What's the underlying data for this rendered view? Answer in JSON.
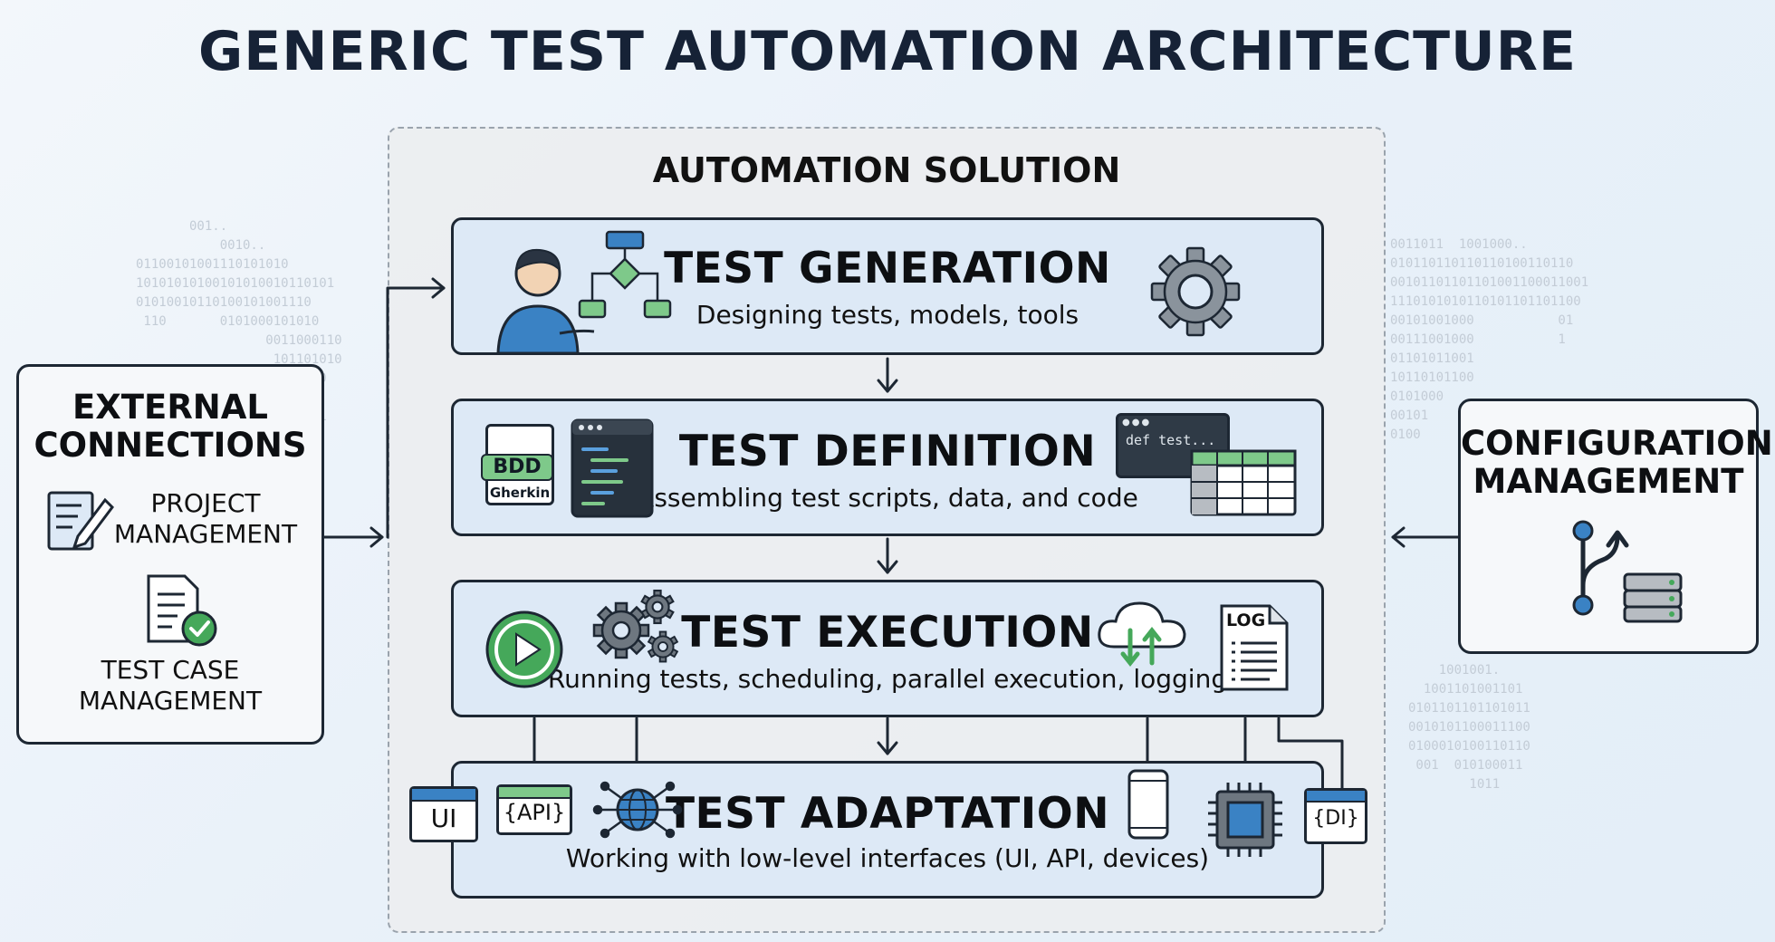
{
  "diagram": {
    "title": "GENERIC TEST AUTOMATION ARCHITECTURE",
    "solution_title": "AUTOMATION SOLUTION",
    "layers": [
      {
        "title": "TEST GENERATION",
        "subtitle": "Designing tests, models, tools"
      },
      {
        "title": "TEST DEFINITION",
        "subtitle": "Assembling test scripts, data, and code"
      },
      {
        "title": "TEST EXECUTION",
        "subtitle": "Running tests, scheduling, parallel execution, logging"
      },
      {
        "title": "TEST ADAPTATION",
        "subtitle": "Working with low-level interfaces (UI, API, devices)"
      }
    ],
    "external": {
      "title_line1": "EXTERNAL",
      "title_line2": "CONNECTIONS",
      "item1_line1": "PROJECT",
      "item1_line2": "MANAGEMENT",
      "item2_line1": "TEST CASE",
      "item2_line2": "MANAGEMENT"
    },
    "config": {
      "title_line1": "CONFIGURATION",
      "title_line2": "MANAGEMENT"
    },
    "icon_labels": {
      "bdd": "BDD",
      "gherkin": "Gherkin",
      "code": "def test...",
      "log": "LOG",
      "ui": "UI",
      "api": "{API}",
      "di": "{DI}"
    },
    "colors": {
      "layer_fill": "#dde9f6",
      "accent_blue": "#3a82c4",
      "accent_green": "#45a85a",
      "outline": "#1d2733"
    }
  }
}
